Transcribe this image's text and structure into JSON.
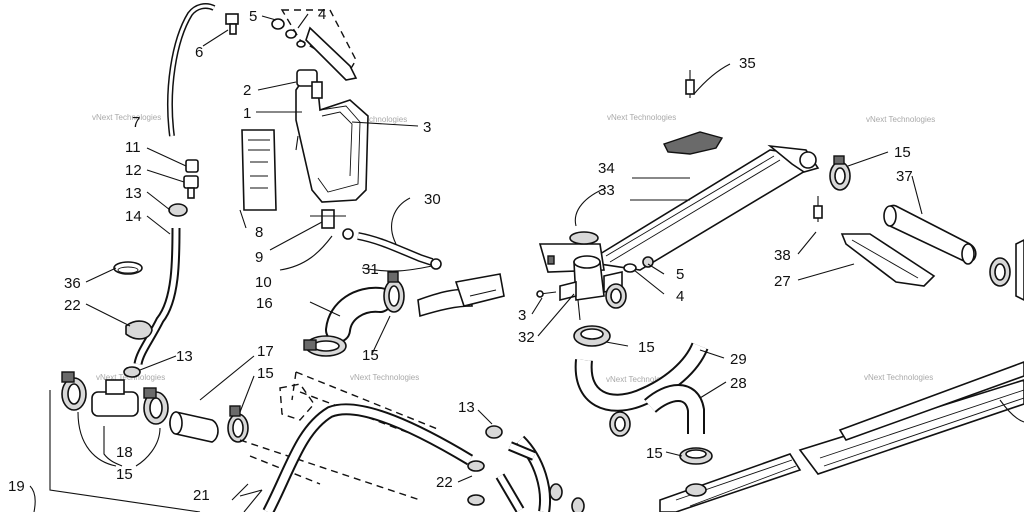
{
  "watermark": "vNext Technologies",
  "callouts": {
    "c1": "1",
    "c2": "2",
    "c3a": "3",
    "c3b": "3",
    "c4a": "4",
    "c4b": "4",
    "c5a": "5",
    "c5b": "5",
    "c6": "6",
    "c7": "7",
    "c8": "8",
    "c9": "9",
    "c10": "10",
    "c11": "11",
    "c12": "12",
    "c13a": "13",
    "c13b": "13",
    "c13c": "13",
    "c14": "14",
    "c15a": "15",
    "c15b": "15",
    "c15c": "15",
    "c15d": "15",
    "c15e": "15",
    "c15f": "15",
    "c16": "16",
    "c17": "17",
    "c18": "18",
    "c19": "19",
    "c21": "21",
    "c22a": "22",
    "c22b": "22",
    "c27": "27",
    "c28": "28",
    "c29": "29",
    "c30": "30",
    "c31": "31",
    "c32": "32",
    "c33": "33",
    "c34": "34",
    "c35": "35",
    "c36": "36",
    "c37": "37",
    "c38": "38"
  }
}
